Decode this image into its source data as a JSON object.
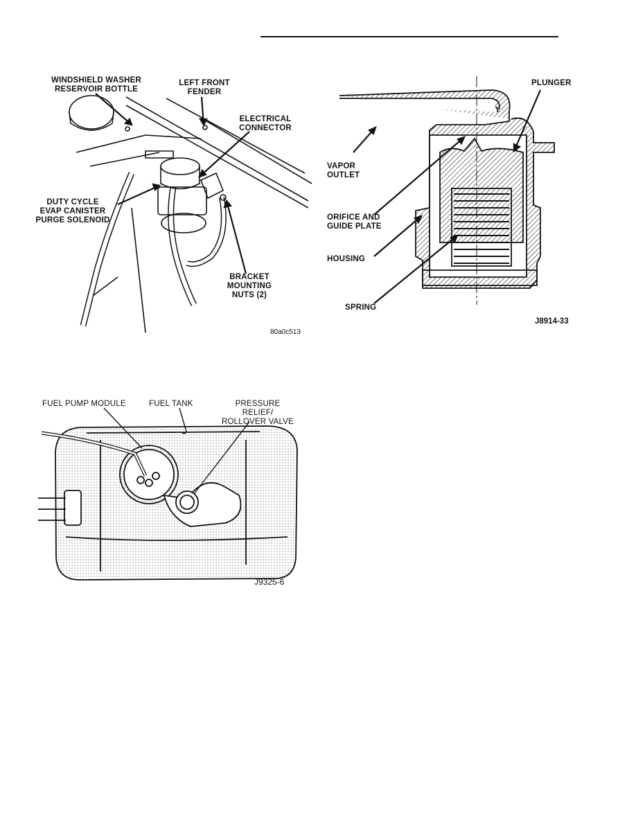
{
  "figure1": {
    "labels": {
      "washer": "WINDSHIELD WASHER\nRESERVOIR BOTTLE",
      "fender": "LEFT FRONT\nFENDER",
      "connector": "ELECTRICAL\nCONNECTOR",
      "solenoid": "DUTY CYCLE\nEVAP CANISTER\nPURGE SOLENOID",
      "nuts": "BRACKET\nMOUNTING\nNUTS (2)"
    },
    "code": "80a0c513"
  },
  "figure2": {
    "labels": {
      "plunger": "PLUNGER",
      "vapor": "VAPOR\nOUTLET",
      "orifice": "ORIFICE AND\nGUIDE PLATE",
      "housing": "HOUSING",
      "spring": "SPRING"
    },
    "code": "J8914-33"
  },
  "figure3": {
    "labels": {
      "pump": "FUEL PUMP MODULE",
      "tank": "FUEL TANK",
      "relief": "PRESSURE RELIEF/\nROLLOVER VALVE"
    },
    "code": "J9325-6"
  }
}
